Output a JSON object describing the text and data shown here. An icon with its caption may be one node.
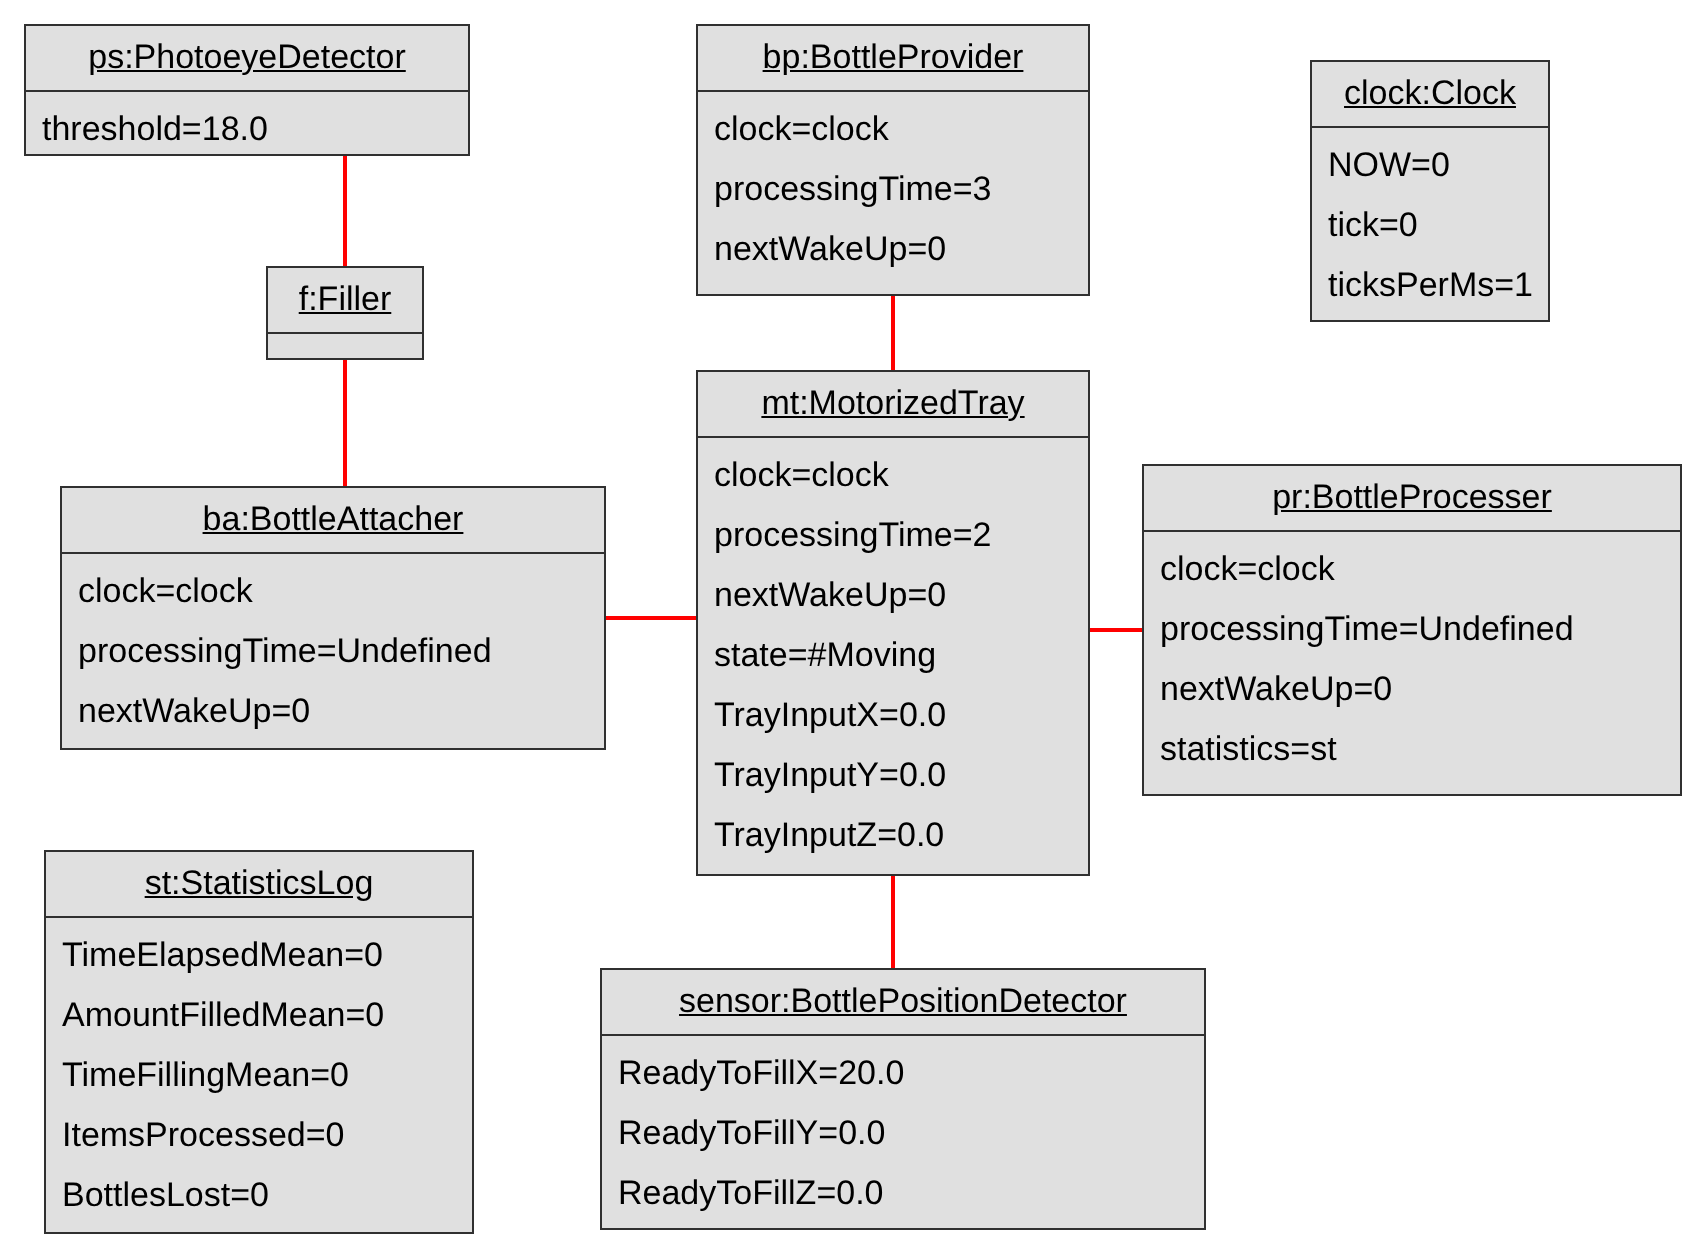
{
  "diagram": {
    "nodes": [
      {
        "text": [
          "ps:PhotoeyeDetector",
          "threshold=18.0"
        ]
      },
      {
        "text": [
          "bp:BottleProvider",
          "clock=clock",
          "processingTime=3",
          "nextWakeUp=0"
        ]
      },
      {
        "text": [
          "clock:Clock",
          "NOW=0",
          "tick=0",
          "ticksPerMs=1"
        ]
      },
      {
        "text": [
          "f:Filler"
        ]
      },
      {
        "text": [
          "mt:MotorizedTray",
          "clock=clock",
          "processingTime=2",
          "nextWakeUp=0",
          "state=#Moving",
          "TrayInputX=0.0",
          "TrayInputY=0.0",
          "TrayInputZ=0.0"
        ]
      },
      {
        "text": [
          "ba:BottleAttacher",
          "clock=clock",
          "processingTime=Undefined",
          "nextWakeUp=0"
        ]
      },
      {
        "text": [
          "pr:BottleProcesser",
          "clock=clock",
          "processingTime=Undefined",
          "nextWakeUp=0",
          "statistics=st"
        ]
      },
      {
        "text": [
          "st:StatisticsLog",
          "TimeElapsedMean=0",
          "AmountFilledMean=0",
          "TimeFillingMean=0",
          "ItemsProcessed=0",
          "BottlesLost=0"
        ]
      },
      {
        "text": [
          "sensor:BottlePositionDetector",
          "ReadyToFillX=20.0",
          "ReadyToFillY=0.0",
          "ReadyToFillZ=0.0"
        ]
      }
    ],
    "edges": [
      {
        "from": 0,
        "to": 3,
        "arrow": "none"
      },
      {
        "from": 3,
        "to": 5,
        "arrow": "none"
      },
      {
        "from": 1,
        "to": 4,
        "arrow": "none"
      },
      {
        "from": 5,
        "to": 4,
        "arrow": "none"
      },
      {
        "from": 4,
        "to": 6,
        "arrow": "none"
      },
      {
        "from": 4,
        "to": 8,
        "arrow": "none"
      }
    ]
  }
}
